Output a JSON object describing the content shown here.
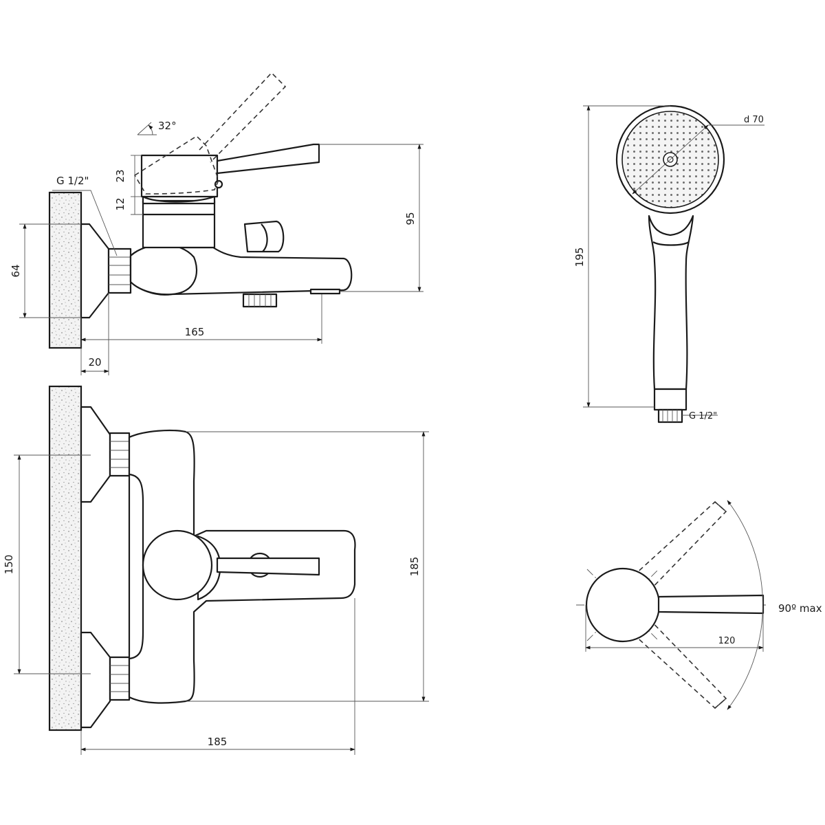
{
  "side_view": {
    "angle_label": "32°",
    "thread_label": "G 1/2\"",
    "dim_23": "23",
    "dim_12": "12",
    "dim_64": "64",
    "dim_95": "95",
    "dim_165": "165",
    "dim_20": "20"
  },
  "front_view": {
    "dim_150": "150",
    "dim_185_height": "185",
    "dim_185_width": "185"
  },
  "hand_shower": {
    "diameter_label": "d 70",
    "length_label": "195",
    "thread_label": "G 1/2\""
  },
  "lever_detail": {
    "rotation_label": "90º max",
    "length_label": "120"
  },
  "colors": {
    "line": "#1a1a1a",
    "wall_fill": "#f1f1f1"
  }
}
